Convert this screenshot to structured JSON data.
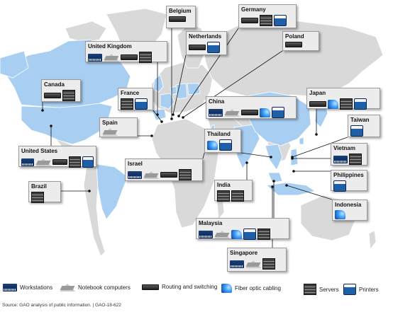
{
  "source": "Source: GAO analysis of public information.  |  GAO-18-622",
  "legend": [
    {
      "key": "workstations",
      "label": "Workstations",
      "icon": "workstation-icon"
    },
    {
      "key": "notebook",
      "label": "Notebook computers",
      "icon": "notebook-computer-icon"
    },
    {
      "key": "routing",
      "label": "Routing and switching",
      "icon": "router-switch-icon"
    },
    {
      "key": "fiber",
      "label": "Fiber optic cabling",
      "icon": "fiber-optic-icon"
    },
    {
      "key": "servers",
      "label": "Servers",
      "icon": "server-icon"
    },
    {
      "key": "printers",
      "label": "Printers",
      "icon": "printer-icon"
    }
  ],
  "colors": {
    "highlight": "#a8cff2",
    "land": "#d9d9d9",
    "border": "#ffffff",
    "dot": "#111111",
    "leader": "#111111"
  },
  "countries": [
    {
      "name": "Belgium",
      "items": [
        "routing"
      ]
    },
    {
      "name": "Germany",
      "items": [
        "routing",
        "servers",
        "printers"
      ]
    },
    {
      "name": "Netherlands",
      "items": [
        "routing",
        "printers"
      ]
    },
    {
      "name": "United Kingdom",
      "items": [
        "workstations",
        "notebook",
        "routing",
        "servers"
      ]
    },
    {
      "name": "Poland",
      "items": [
        "routing"
      ]
    },
    {
      "name": "Canada",
      "items": [
        "routing",
        "servers"
      ]
    },
    {
      "name": "France",
      "items": [
        "servers",
        "printers"
      ]
    },
    {
      "name": "Japan",
      "items": [
        "routing",
        "fiber",
        "servers",
        "printers"
      ]
    },
    {
      "name": "China",
      "items": [
        "workstations",
        "notebook",
        "routing",
        "fiber",
        "printers"
      ]
    },
    {
      "name": "Spain",
      "items": [
        "notebook"
      ]
    },
    {
      "name": "Taiwan",
      "items": [
        "printers"
      ]
    },
    {
      "name": "Thailand",
      "items": [
        "fiber",
        "printers"
      ]
    },
    {
      "name": "United States",
      "items": [
        "workstations",
        "notebook",
        "routing",
        "servers",
        "printers"
      ]
    },
    {
      "name": "Israel",
      "items": [
        "workstations",
        "notebook",
        "routing",
        "servers"
      ]
    },
    {
      "name": "Vietnam",
      "items": [
        "workstations",
        "servers"
      ]
    },
    {
      "name": "India",
      "items": [
        "servers",
        "servers"
      ]
    },
    {
      "name": "Philippines",
      "items": [
        "printers"
      ]
    },
    {
      "name": "Brazil",
      "items": [
        "servers"
      ]
    },
    {
      "name": "Indonesia",
      "items": [
        "fiber"
      ]
    },
    {
      "name": "Malaysia",
      "items": [
        "workstations",
        "notebook",
        "fiber",
        "printers",
        "servers"
      ]
    },
    {
      "name": "Singapore",
      "items": [
        "workstations",
        "notebook",
        "servers"
      ]
    }
  ]
}
